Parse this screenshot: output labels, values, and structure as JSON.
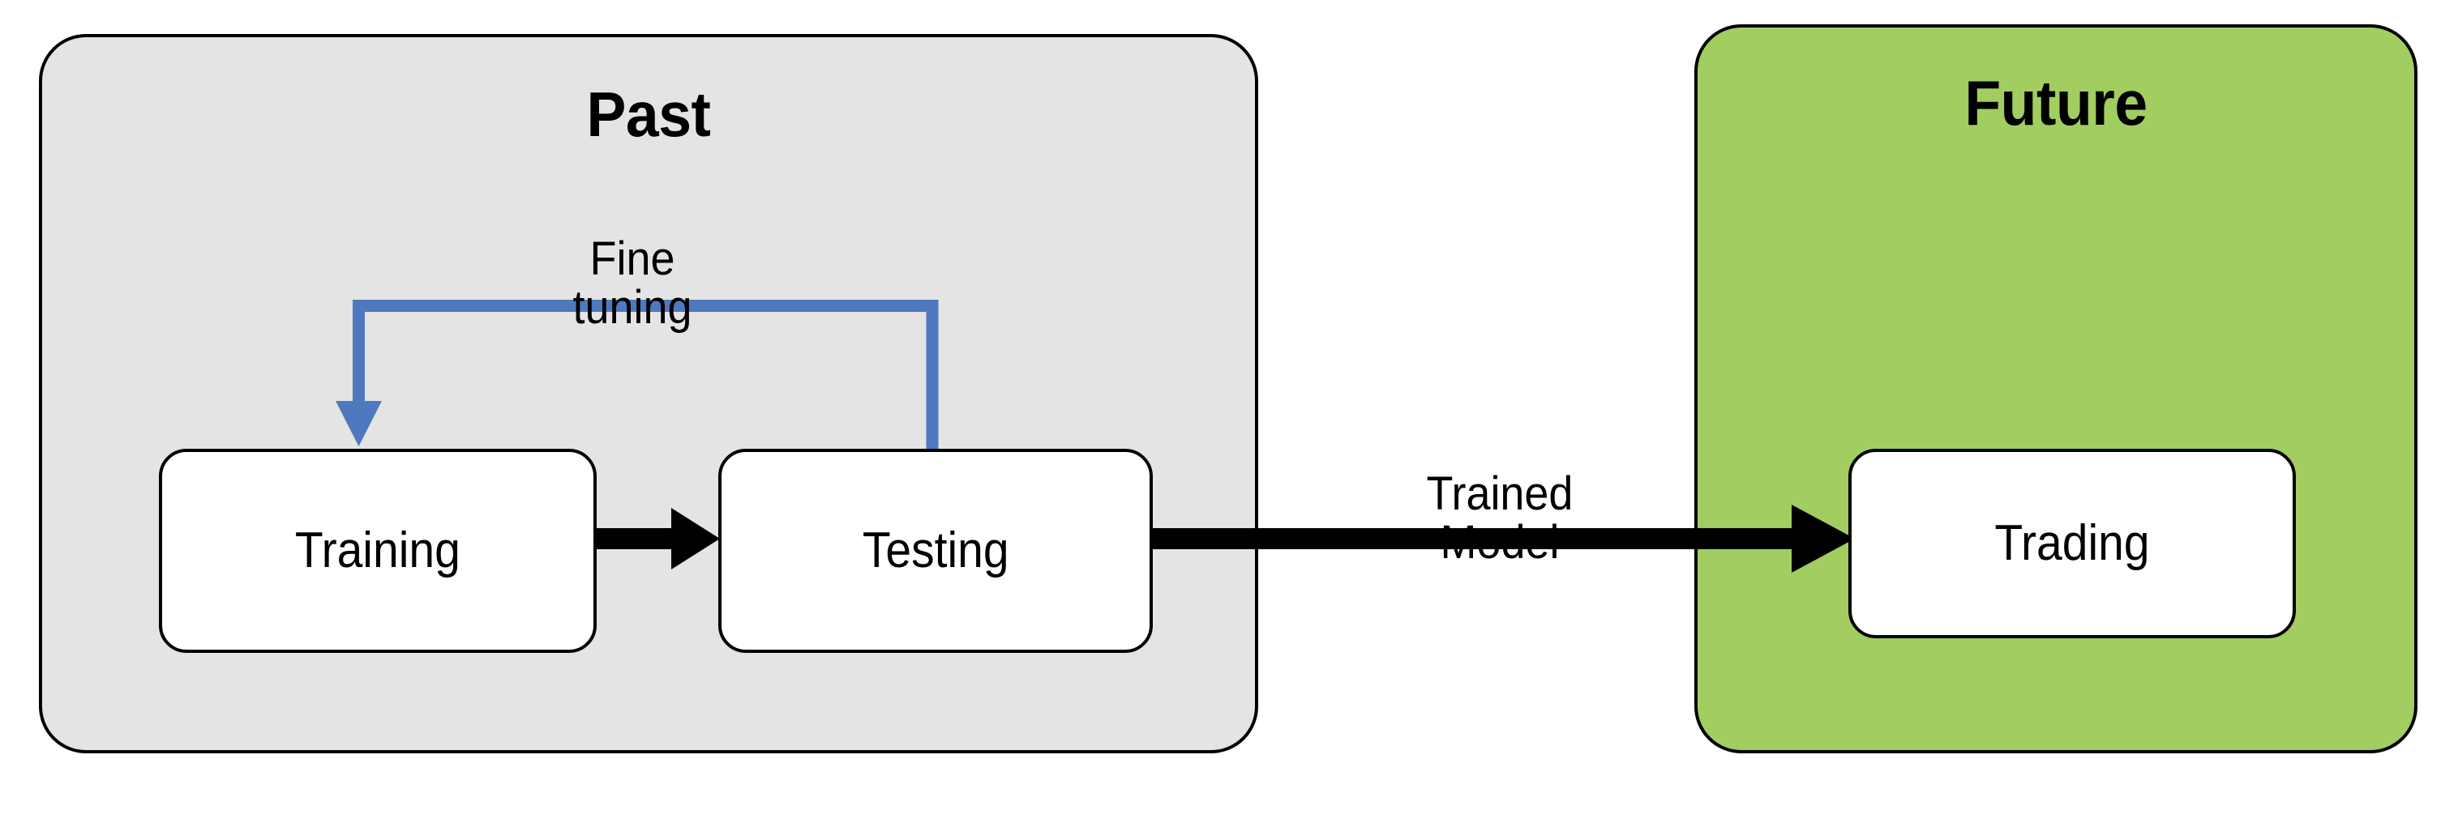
{
  "diagram": {
    "title_text_present": false,
    "panels": [
      {
        "id": "past",
        "title": "Past",
        "fill": "#E4E4E4",
        "stroke": "#000000"
      },
      {
        "id": "future",
        "title": "Future",
        "fill": "#A2CD61",
        "stroke": "#000000"
      }
    ],
    "nodes": [
      {
        "id": "training",
        "label": "Training",
        "panel": "past",
        "fill": "#FFFFFF",
        "stroke": "#000000"
      },
      {
        "id": "testing",
        "label": "Testing",
        "panel": "past",
        "fill": "#FFFFFF",
        "stroke": "#000000"
      },
      {
        "id": "trading",
        "label": "Trading",
        "panel": "future",
        "fill": "#FFFFFF",
        "stroke": "#000000"
      }
    ],
    "edges": [
      {
        "id": "train-to-test",
        "from": "training",
        "to": "testing",
        "label": "",
        "color": "#000000",
        "style": "solid-arrow"
      },
      {
        "id": "test-to-train-feedback",
        "from": "testing",
        "to": "training",
        "label_line1": "Fine",
        "label_line2": "tuning",
        "label": "Fine\ntuning",
        "color": "#4E79BE",
        "style": "elbow-arrow"
      },
      {
        "id": "test-to-trading",
        "from": "testing",
        "to": "trading",
        "label_line1": "Trained",
        "label_line2": "Model",
        "label": "Trained\nModel",
        "color": "#000000",
        "style": "solid-arrow"
      }
    ],
    "colors": {
      "past_panel_fill": "#E4E4E4",
      "future_panel_fill": "#A2CD61",
      "node_fill": "#FFFFFF",
      "stroke_black": "#000000",
      "feedback_blue": "#4E79BE",
      "background": "#FFFFFF"
    }
  }
}
